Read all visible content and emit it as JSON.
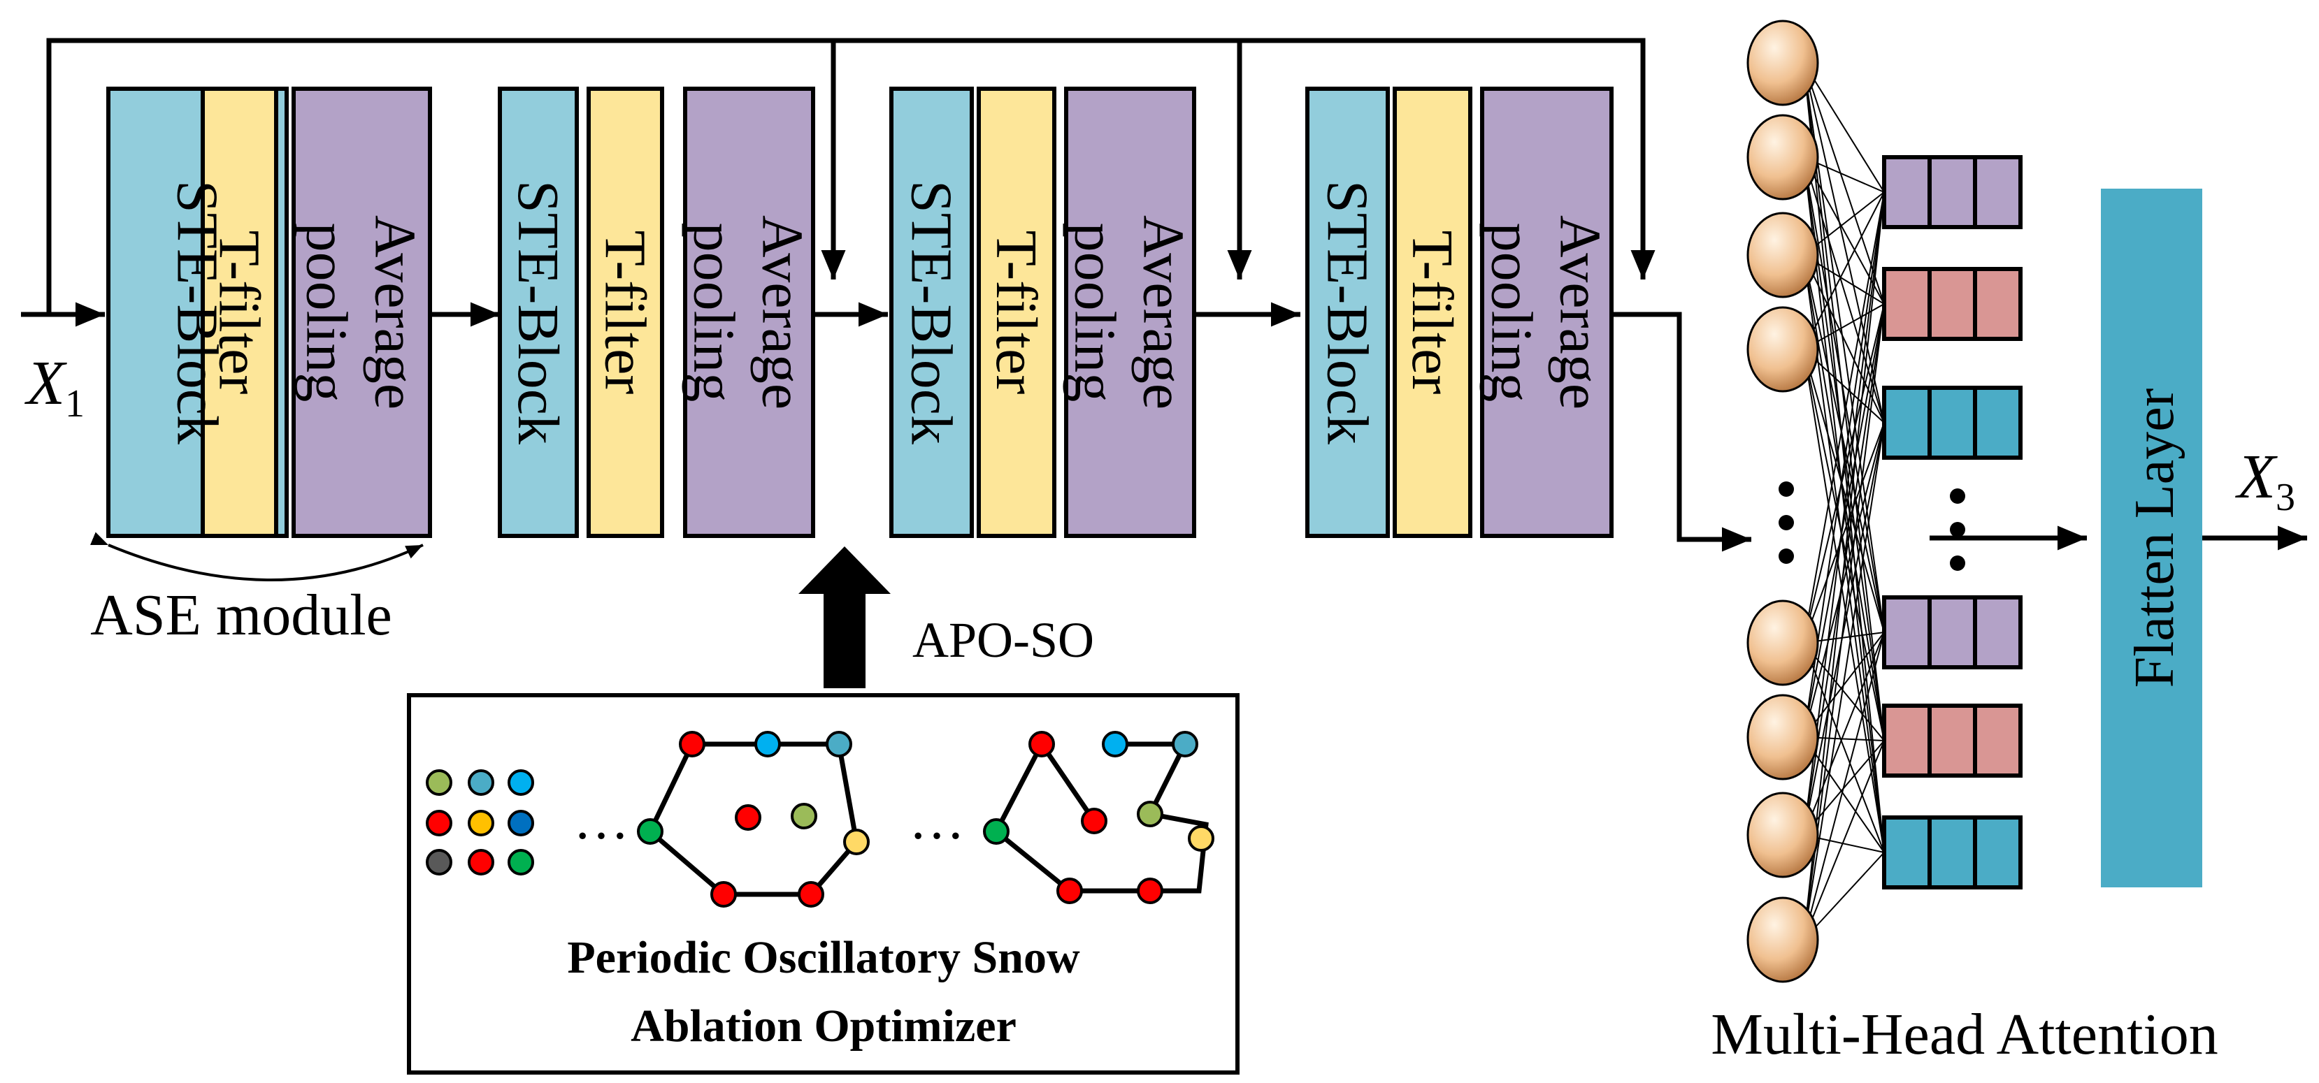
{
  "input": {
    "symbol": "X",
    "subscript": "1"
  },
  "output": {
    "symbol": "X",
    "subscript": "3"
  },
  "block_labels": {
    "ste": "STE-Block",
    "tfilter": "T-filter",
    "pool_line1": "Average",
    "pool_line2": "pooling"
  },
  "ase_label": "ASE module",
  "aposo_label": "APO-SO",
  "optimizer": {
    "line1": "Periodic Oscillatory Snow",
    "line2": "Ablation Optimizer"
  },
  "attention_label": "Multi-Head Attention",
  "flatten_label": "Flatten Layer",
  "dots": "…",
  "colors": {
    "ste": "#92cddc",
    "tfilter": "#fde699",
    "pool": "#b3a2c7",
    "flatten": "#4bacc6",
    "neuron": "#f2c49a",
    "row_purple": "#b3a2c7",
    "row_pink": "#d99694",
    "row_cyan": "#4bacc6"
  }
}
